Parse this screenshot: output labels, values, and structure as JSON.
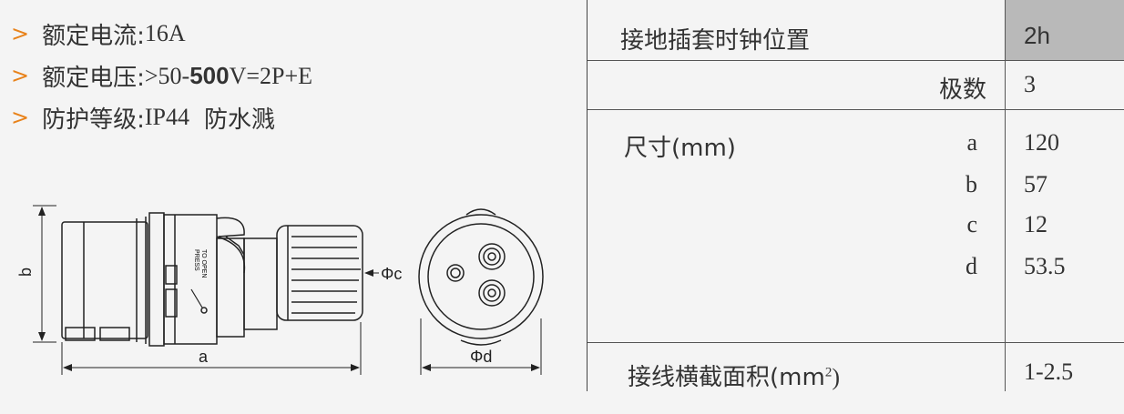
{
  "specs": [
    {
      "label": "额定电流: ",
      "value": "16A"
    },
    {
      "label": "额定电压: ",
      "value_pre": ">50-",
      "value_bold": "500",
      "value_post": "V=2P+E"
    },
    {
      "label": "防护等级: ",
      "value": "IP44",
      "note": "防水溅"
    }
  ],
  "drawing": {
    "dim_a": "a",
    "dim_b": "b",
    "dim_c": "Φc",
    "dim_d": "Φd",
    "button_text_1": "PRESS",
    "button_text_2": "TO OPEN"
  },
  "table": {
    "clock_label": "接地插套时钟位置",
    "clock_value": "2h",
    "poles_label": "极数",
    "poles_value": "3",
    "size_label": "尺寸(mm)",
    "sizes": [
      {
        "dim": "a",
        "value": "120"
      },
      {
        "dim": "b",
        "value": "57"
      },
      {
        "dim": "c",
        "value": "12"
      },
      {
        "dim": "d",
        "value": "53.5"
      }
    ],
    "wire_label_pre": "接线横截面积(mm",
    "wire_label_sup": "2",
    "wire_label_post": ")",
    "wire_value": "1-2.5"
  },
  "colors": {
    "accent": "#e8821a",
    "highlight": "#b9b9b9"
  }
}
